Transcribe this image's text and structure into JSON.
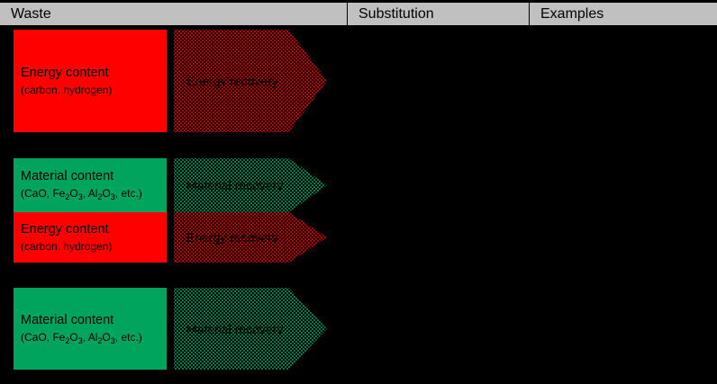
{
  "header": {
    "columns": [
      {
        "label": "Waste"
      },
      {
        "label": "Substitution"
      },
      {
        "label": "Examples"
      }
    ]
  },
  "colors": {
    "header_bg": "#c0c0c0",
    "energy": "#ff0000",
    "material": "#00a45c",
    "background": "#000000",
    "text": "#000000"
  },
  "rows": [
    {
      "waste": [
        {
          "kind": "energy",
          "title": "Energy content",
          "detail_prefix": "(carbon, hydrogen)",
          "detail_parts": []
        }
      ],
      "substitution": [
        {
          "kind": "energy",
          "label": "Energy recovery"
        }
      ],
      "examples": ""
    },
    {
      "waste": [
        {
          "kind": "material",
          "title": "Material content",
          "detail_prefix": "(CaO, Fe",
          "detail_parts": [
            "2",
            "O",
            "3",
            ", Al",
            "2",
            "O",
            "3",
            ", etc.)"
          ]
        },
        {
          "kind": "energy",
          "title": "Energy content",
          "detail_prefix": "(carbon, hydrogen)",
          "detail_parts": []
        }
      ],
      "substitution": [
        {
          "kind": "material",
          "label": "Material recovery"
        },
        {
          "kind": "energy",
          "label": "Energy recovery"
        }
      ],
      "examples": ""
    },
    {
      "waste": [
        {
          "kind": "material",
          "title": "Material content",
          "detail_prefix": "(CaO, Fe",
          "detail_parts": [
            "2",
            "O",
            "3",
            ", Al",
            "2",
            "O",
            "3",
            ", etc.)"
          ]
        }
      ],
      "substitution": [
        {
          "kind": "material",
          "label": "Material recovery"
        }
      ],
      "examples": ""
    }
  ],
  "boxes": {
    "b1_title": "Energy content",
    "b1_detail": "(carbon, hydrogen)",
    "b2_title": "Material content",
    "b3_title": "Energy content",
    "b3_detail": "(carbon, hydrogen)",
    "b4_title": "Material content",
    "a1_label": "Energy recovery",
    "a2_label": "Material recovery",
    "a3_label": "Energy recovery",
    "a4_label": "Material recovery"
  }
}
